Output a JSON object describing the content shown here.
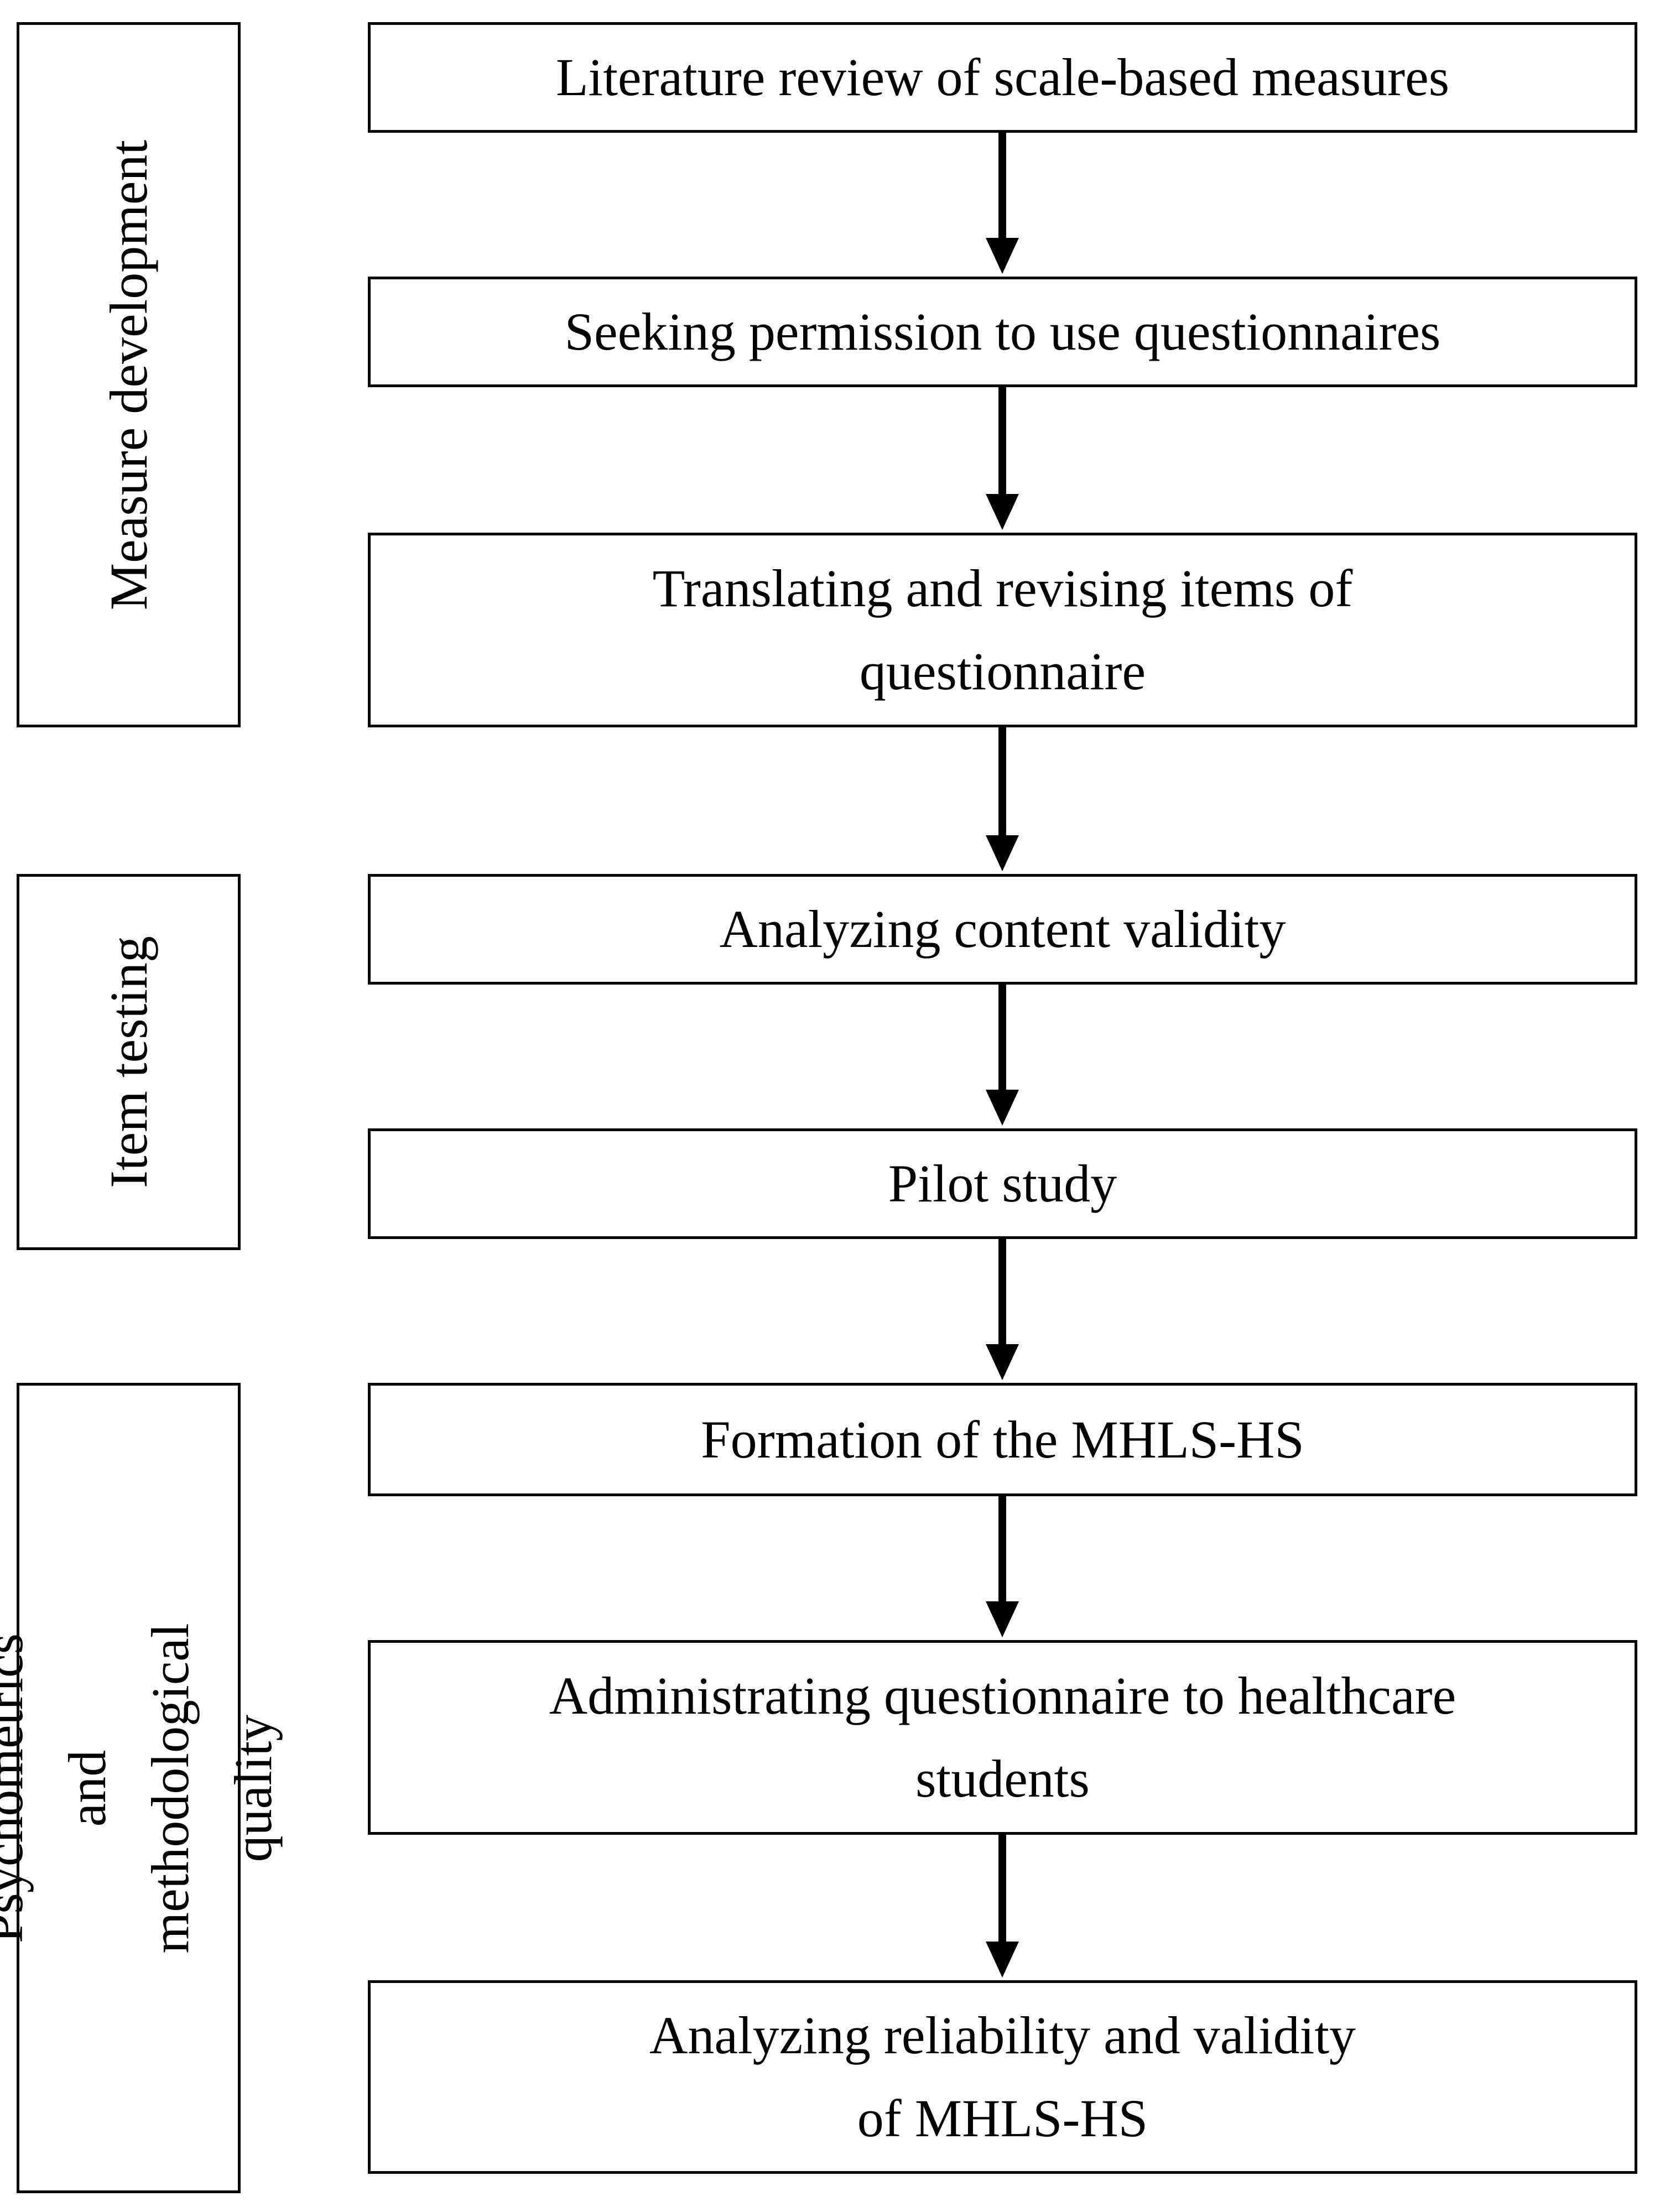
{
  "phases": [
    {
      "label": "Measure development"
    },
    {
      "label": "Item testing"
    },
    {
      "label": "Psychometrics and\nmethodological quality"
    }
  ],
  "steps": [
    {
      "text": "Literature review of scale-based measures"
    },
    {
      "text": "Seeking permission to use questionnaires"
    },
    {
      "text": "Translating and revising items of\nquestionnaire"
    },
    {
      "text": "Analyzing content validity"
    },
    {
      "text": "Pilot study"
    },
    {
      "text": "Formation of the MHLS-HS"
    },
    {
      "text": "Administrating questionnaire to healthcare\nstudents"
    },
    {
      "text": "Analyzing reliability and validity\nof MHLS-HS"
    }
  ],
  "colors": {
    "stroke": "#000000",
    "background": "#ffffff"
  }
}
